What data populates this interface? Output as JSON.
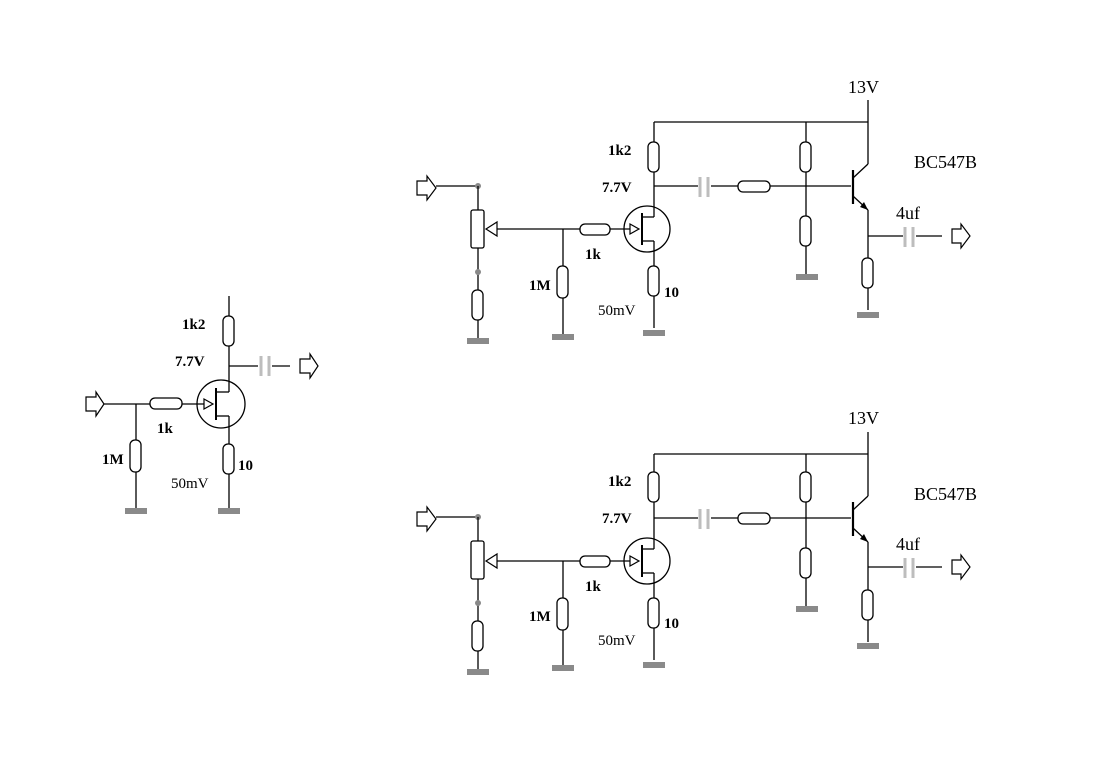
{
  "simple_stage": {
    "drain_resistor": "1k2",
    "drain_voltage": "7.7V",
    "gate_resistor": "1k",
    "gate_leak_resistor": "1M",
    "source_resistor": "10",
    "source_voltage": "50mV"
  },
  "stage_top": {
    "supply": "13V",
    "drain_resistor": "1k2",
    "drain_voltage": "7.7V",
    "gate_resistor": "1k",
    "gate_leak_resistor": "1M",
    "source_resistor": "10",
    "source_voltage": "50mV",
    "transistor": "BC547B",
    "output_cap": "4uf"
  },
  "stage_bottom": {
    "supply": "13V",
    "drain_resistor": "1k2",
    "drain_voltage": "7.7V",
    "gate_resistor": "1k",
    "gate_leak_resistor": "1M",
    "source_resistor": "10",
    "source_voltage": "50mV",
    "transistor": "BC547B",
    "output_cap": "4uf"
  },
  "colors": {
    "wire": "#000000",
    "capacitor": "#bdbdbd",
    "ground": "#8a8a8a"
  }
}
